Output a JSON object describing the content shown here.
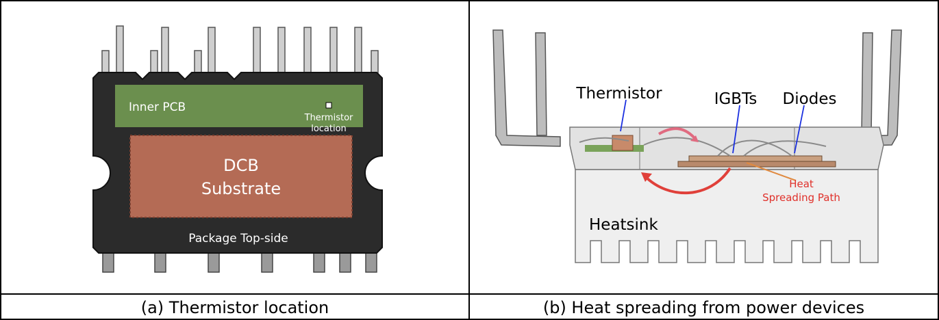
{
  "panel_a": {
    "caption": "(a)  Thermistor location",
    "inner_pcb_label": "Inner PCB",
    "thermistor_label_line1": "Thermistor",
    "thermistor_label_line2": "location",
    "dcb_line1": "DCB",
    "dcb_line2": "Substrate",
    "package_label": "Package Top-side"
  },
  "panel_b": {
    "caption": "(b)  Heat spreading from power devices",
    "thermistor_label": "Thermistor",
    "igbts_label": "IGBTs",
    "diodes_label": "Diodes",
    "heat_path_line1": "Heat",
    "heat_path_line2": "Spreading Path",
    "heatsink_label": "Heatsink"
  },
  "colors": {
    "package_body": "#2b2b2b",
    "pcb_green": "#6b8f4e",
    "dcb_copper": "#b46b55",
    "heat_arrow": "#e0403a",
    "label_arrow_blue": "#1a2fe0",
    "heat_text": "#e0302a"
  }
}
